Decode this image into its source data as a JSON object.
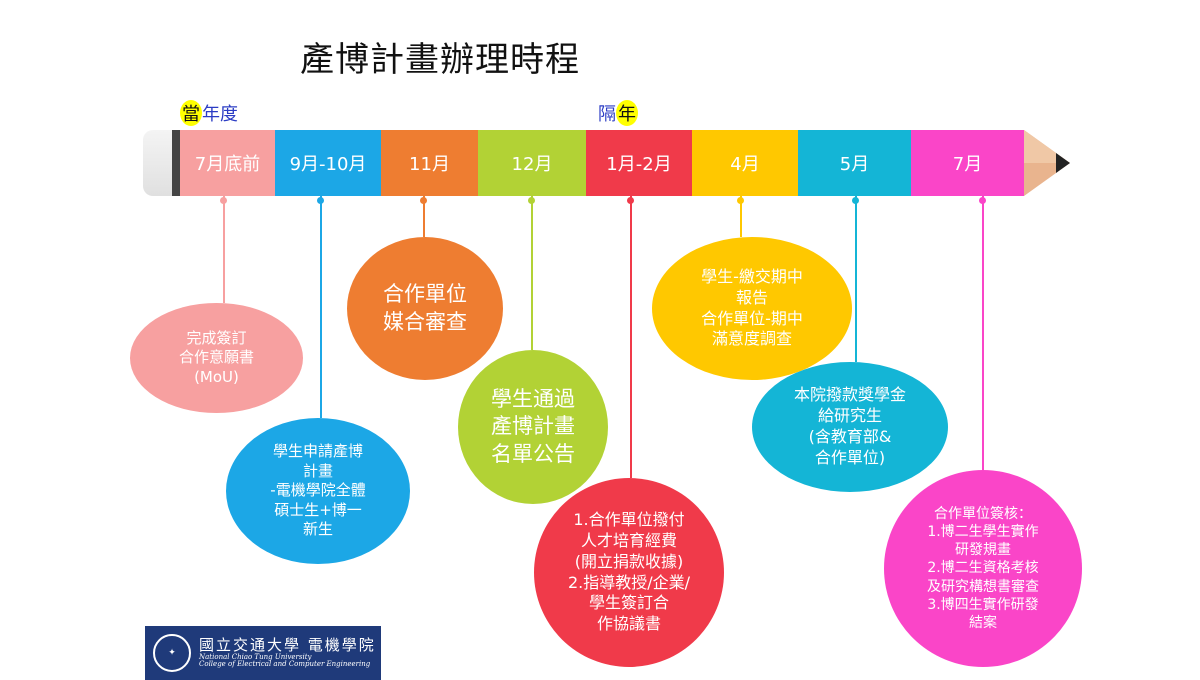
{
  "title": "產博計畫辦理時程",
  "year_labels": {
    "current": "年度",
    "current_hl": "當",
    "next": "隔",
    "next_hl": "年"
  },
  "segments": [
    {
      "label": "7月底前",
      "color": "#f7a0a0"
    },
    {
      "label": "9月-10月",
      "color": "#1ca7e6"
    },
    {
      "label": "11月",
      "color": "#ee7d31"
    },
    {
      "label": "12月",
      "color": "#b2d235"
    },
    {
      "label": "1月-2月",
      "color": "#f03a4a"
    },
    {
      "label": "4月",
      "color": "#ffc800"
    },
    {
      "label": "5月",
      "color": "#14b5d6"
    },
    {
      "label": "7月",
      "color": "#fa45c8"
    }
  ],
  "bubbles": [
    {
      "text": "完成簽訂\n合作意願書\n(MoU)",
      "color": "#f7a0a0"
    },
    {
      "text": "學生申請產博\n計畫\n-電機學院全體\n碩士生+博一\n新生",
      "color": "#1ca7e6"
    },
    {
      "text": "合作單位\n媒合審查",
      "color": "#ee7d31"
    },
    {
      "text": "學生通過\n產博計畫\n名單公告",
      "color": "#b2d235"
    },
    {
      "text": "1.合作單位撥付\n人才培育經費\n(開立捐款收據)\n2.指導教授/企業/\n學生簽訂合\n作協議書",
      "color": "#f03a4a"
    },
    {
      "text": "學生-繳交期中\n報告\n合作單位-期中\n滿意度調查",
      "color": "#ffc800"
    },
    {
      "text": "本院撥款獎學金\n給研究生\n(含教育部&\n合作單位)",
      "color": "#14b5d6"
    },
    {
      "text": "合作單位簽核：\n1.博二生學生實作\n研發規畫\n2.博二生資格考核\n及研究構想書審查\n3.博四生實作研發\n結案",
      "color": "#fa45c8"
    }
  ],
  "logo": {
    "zh": "國立交通大學 電機學院",
    "en1": "National Chiao Tung University",
    "en2": "College of Electrical and Computer Engineering"
  }
}
